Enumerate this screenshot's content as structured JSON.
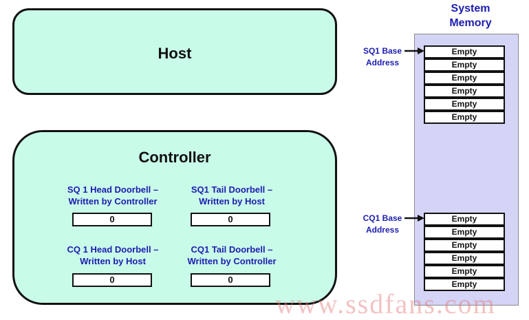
{
  "host": {
    "title": "Host"
  },
  "controller": {
    "title": "Controller",
    "doorbells": [
      {
        "label_line1": "SQ 1 Head Doorbell –",
        "label_line2": "Written by Controller",
        "value": "0"
      },
      {
        "label_line1": "SQ1 Tail Doorbell –",
        "label_line2": "Written by Host",
        "value": "0"
      },
      {
        "label_line1": "CQ 1 Head Doorbell –",
        "label_line2": "Written by Host",
        "value": "0"
      },
      {
        "label_line1": "CQ1 Tail Doorbell –",
        "label_line2": "Written by Controller",
        "value": "0"
      }
    ]
  },
  "memory": {
    "title_line1": "System",
    "title_line2": "Memory",
    "sq1": {
      "label_line1": "SQ1 Base",
      "label_line2": "Address",
      "slots": [
        "Empty",
        "Empty",
        "Empty",
        "Empty",
        "Empty",
        "Empty"
      ]
    },
    "cq1": {
      "label_line1": "CQ1 Base",
      "label_line2": "Address",
      "slots": [
        "Empty",
        "Empty",
        "Empty",
        "Empty",
        "Empty",
        "Empty"
      ]
    }
  },
  "watermark": "www.ssdfans.com",
  "colors": {
    "box_fill": "#c9fbe9",
    "label_blue": "#1c1cb0",
    "memory_fill": "#d4d4f6",
    "watermark": "#e27878"
  }
}
